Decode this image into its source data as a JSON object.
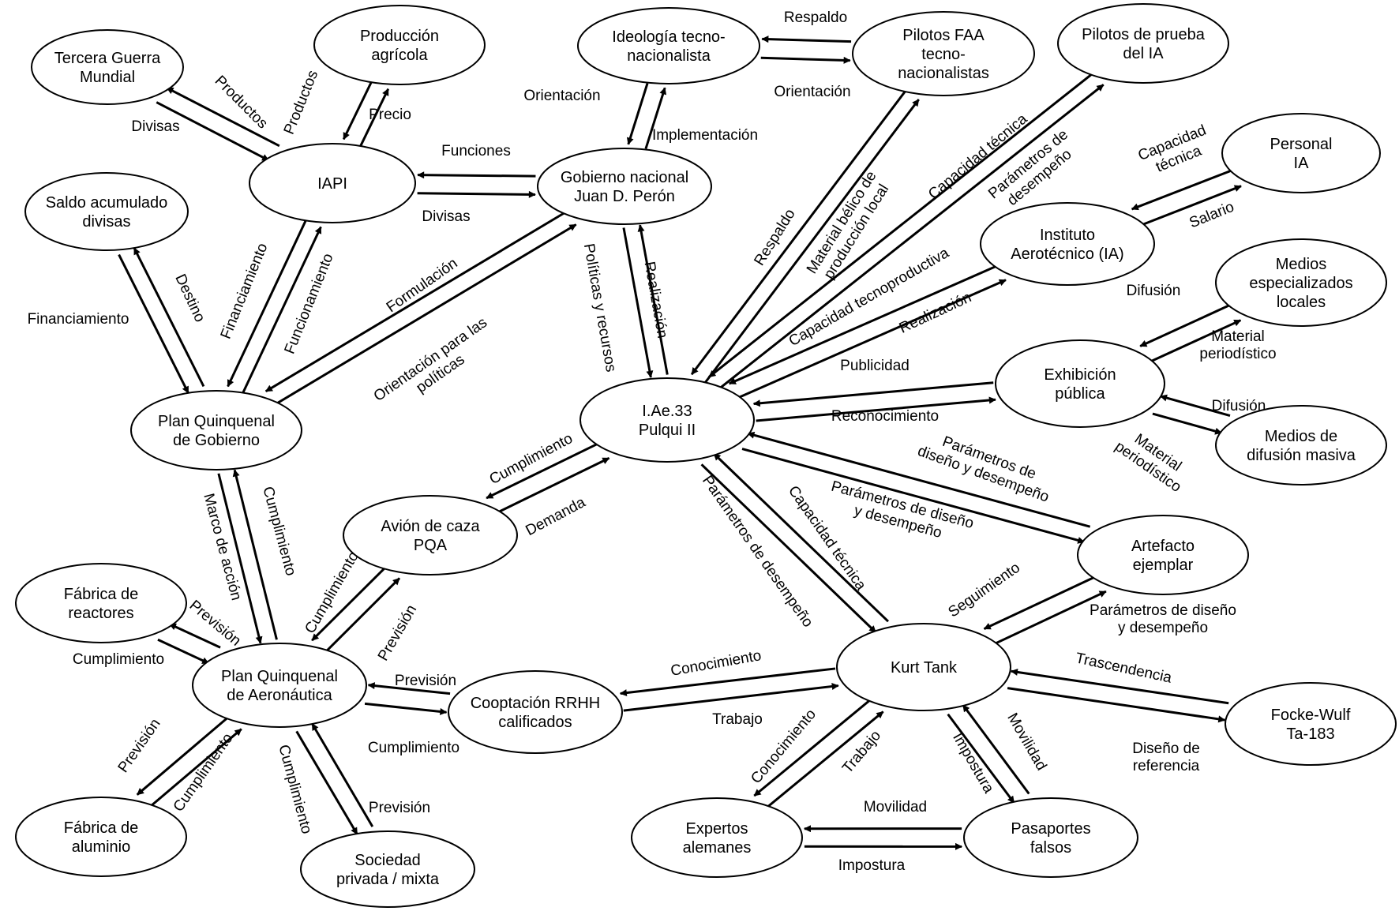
{
  "nodes": [
    {
      "id": "tercera",
      "lines": [
        "Tercera Guerra",
        "Mundial"
      ]
    },
    {
      "id": "agricola",
      "lines": [
        "Producción",
        "agrícola"
      ]
    },
    {
      "id": "ideologia",
      "lines": [
        "Ideología tecno-",
        "nacionalista"
      ]
    },
    {
      "id": "faa",
      "lines": [
        "Pilotos FAA",
        "tecno-",
        "nacionalistas"
      ]
    },
    {
      "id": "pruebaia",
      "lines": [
        "Pilotos de prueba",
        "del IA"
      ]
    },
    {
      "id": "iapi",
      "lines": [
        "IAPI"
      ]
    },
    {
      "id": "gobierno",
      "lines": [
        "Gobierno nacional",
        "Juan D. Perón"
      ]
    },
    {
      "id": "saldo",
      "lines": [
        "Saldo acumulado",
        "divisas"
      ]
    },
    {
      "id": "personal",
      "lines": [
        "Personal",
        "IA"
      ]
    },
    {
      "id": "instituto",
      "lines": [
        "Instituto",
        "Aerotécnico (IA)"
      ]
    },
    {
      "id": "medioslocales",
      "lines": [
        "Medios",
        "especializados",
        "locales"
      ]
    },
    {
      "id": "exhibicion",
      "lines": [
        "Exhibición",
        "pública"
      ]
    },
    {
      "id": "pulqui",
      "lines": [
        "I.Ae.33",
        "Pulqui II"
      ]
    },
    {
      "id": "planq",
      "lines": [
        "Plan Quinquenal",
        "de Gobierno"
      ]
    },
    {
      "id": "mediosmasiva",
      "lines": [
        "Medios de",
        "difusión masiva"
      ]
    },
    {
      "id": "pqa",
      "lines": [
        "Avión de caza",
        "PQA"
      ]
    },
    {
      "id": "artefacto",
      "lines": [
        "Artefacto",
        "ejemplar"
      ]
    },
    {
      "id": "reactores",
      "lines": [
        "Fábrica de",
        "reactores"
      ]
    },
    {
      "id": "planaero",
      "lines": [
        "Plan Quinquenal",
        "de Aeronáutica"
      ]
    },
    {
      "id": "cooptacion",
      "lines": [
        "Cooptación RRHH",
        "calificados"
      ]
    },
    {
      "id": "tank",
      "lines": [
        "Kurt Tank"
      ]
    },
    {
      "id": "focke",
      "lines": [
        "Focke-Wulf",
        "Ta-183"
      ]
    },
    {
      "id": "aluminio",
      "lines": [
        "Fábrica de",
        "aluminio"
      ]
    },
    {
      "id": "sociedad",
      "lines": [
        "Sociedad",
        "privada / mixta"
      ]
    },
    {
      "id": "expertos",
      "lines": [
        "Expertos",
        "alemanes"
      ]
    },
    {
      "id": "pasaportes",
      "lines": [
        "Pasaportes",
        "falsos"
      ]
    }
  ],
  "edges": [
    {
      "from": "iapi",
      "to": "tercera",
      "label": "Productos"
    },
    {
      "from": "tercera",
      "to": "iapi",
      "label": "Divisas"
    },
    {
      "from": "agricola",
      "to": "iapi",
      "label": "Productos"
    },
    {
      "from": "iapi",
      "to": "agricola",
      "label": "Precio"
    },
    {
      "from": "gobierno",
      "to": "iapi",
      "label": "Funciones"
    },
    {
      "from": "iapi",
      "to": "gobierno",
      "label": "Divisas"
    },
    {
      "from": "ideologia",
      "to": "gobierno",
      "label": "Orientación"
    },
    {
      "from": "gobierno",
      "to": "ideologia",
      "label": "Implementación"
    },
    {
      "from": "faa",
      "to": "ideologia",
      "label": "Respaldo"
    },
    {
      "from": "ideologia",
      "to": "faa",
      "label": "Orientación"
    },
    {
      "from": "saldo",
      "to": "planq",
      "label": "Financiamiento"
    },
    {
      "from": "planq",
      "to": "saldo",
      "label": "Destino"
    },
    {
      "from": "iapi",
      "to": "planq",
      "label": "Financiamiento"
    },
    {
      "from": "planq",
      "to": "iapi",
      "label": "Funcionamiento"
    },
    {
      "from": "planq",
      "to": "gobierno",
      "label": "Formulación"
    },
    {
      "from": "gobierno",
      "to": "planq",
      "label": "Orientación para las políticas"
    },
    {
      "from": "gobierno",
      "to": "pulqui",
      "label": "Políticas y recursos"
    },
    {
      "from": "pulqui",
      "to": "gobierno",
      "label": "Realización"
    },
    {
      "from": "faa",
      "to": "pulqui",
      "label": "Respaldo"
    },
    {
      "from": "pulqui",
      "to": "faa",
      "label": "Material bélico de producción local"
    },
    {
      "from": "pruebaia",
      "to": "pulqui",
      "label": "Capacidad técnica"
    },
    {
      "from": "pulqui",
      "to": "pruebaia",
      "label": "Parámetros de desempeño"
    },
    {
      "from": "instituto",
      "to": "personal",
      "label": "Capacidad técnica"
    },
    {
      "from": "personal",
      "to": "instituto",
      "label": "Salario"
    },
    {
      "from": "instituto",
      "to": "pulqui",
      "label": "Capacidad tecnoproductiva"
    },
    {
      "from": "pulqui",
      "to": "instituto",
      "label": "Realización"
    },
    {
      "from": "medioslocales",
      "to": "exhibicion",
      "label": "Difusión"
    },
    {
      "from": "exhibicion",
      "to": "medioslocales",
      "label": "Material periodístico"
    },
    {
      "from": "exhibicion",
      "to": "pulqui",
      "label": "Publicidad"
    },
    {
      "from": "pulqui",
      "to": "exhibicion",
      "label": "Reconocimiento"
    },
    {
      "from": "mediosmasiva",
      "to": "exhibicion",
      "label": "Difusión"
    },
    {
      "from": "exhibicion",
      "to": "mediosmasiva",
      "label": "Material periodístico"
    },
    {
      "from": "artefacto",
      "to": "pulqui",
      "label": "Parámetros de diseño y desempeño"
    },
    {
      "from": "pulqui",
      "to": "artefacto",
      "label": "Parámetros de diseño y desempeño"
    },
    {
      "from": "pqa",
      "to": "pulqui",
      "label": "Demanda"
    },
    {
      "from": "pulqui",
      "to": "pqa",
      "label": "Cumplimiento"
    },
    {
      "from": "planq",
      "to": "planaero",
      "label": "Marco de acción"
    },
    {
      "from": "planaero",
      "to": "planq",
      "label": "Cumplimiento"
    },
    {
      "from": "planaero",
      "to": "pqa",
      "label": "Previsión"
    },
    {
      "from": "pqa",
      "to": "planaero",
      "label": "Cumplimiento"
    },
    {
      "from": "pulqui",
      "to": "tank",
      "label": "Parámetros de desempeño"
    },
    {
      "from": "tank",
      "to": "pulqui",
      "label": "Capacidad técnica"
    },
    {
      "from": "tank",
      "to": "artefacto",
      "label": "Seguimiento"
    },
    {
      "from": "artefacto",
      "to": "tank",
      "label": "Parámetros de diseño y desempeño"
    },
    {
      "from": "planaero",
      "to": "reactores",
      "label": "Previsión"
    },
    {
      "from": "reactores",
      "to": "planaero",
      "label": "Cumplimiento"
    },
    {
      "from": "planaero",
      "to": "cooptacion",
      "label": "Previsión"
    },
    {
      "from": "cooptacion",
      "to": "planaero",
      "label": "Cumplimiento"
    },
    {
      "from": "tank",
      "to": "cooptacion",
      "label": "Conocimiento"
    },
    {
      "from": "cooptacion",
      "to": "tank",
      "label": "Trabajo"
    },
    {
      "from": "tank",
      "to": "focke",
      "label": "Trascendencia"
    },
    {
      "from": "focke",
      "to": "tank",
      "label": "Diseño de referencia"
    },
    {
      "from": "planaero",
      "to": "aluminio",
      "label": "Previsión"
    },
    {
      "from": "aluminio",
      "to": "planaero",
      "label": "Cumplimiento"
    },
    {
      "from": "planaero",
      "to": "sociedad",
      "label": "Cumplimiento"
    },
    {
      "from": "sociedad",
      "to": "planaero",
      "label": "Previsión"
    },
    {
      "from": "expertos",
      "to": "tank",
      "label": "Conocimiento"
    },
    {
      "from": "tank",
      "to": "expertos",
      "label": "Trabajo"
    },
    {
      "from": "tank",
      "to": "pasaportes",
      "label": "Impostura"
    },
    {
      "from": "pasaportes",
      "to": "tank",
      "label": "Movilidad"
    },
    {
      "from": "pasaportes",
      "to": "expertos",
      "label": "Movilidad"
    },
    {
      "from": "expertos",
      "to": "pasaportes",
      "label": "Impostura"
    }
  ]
}
